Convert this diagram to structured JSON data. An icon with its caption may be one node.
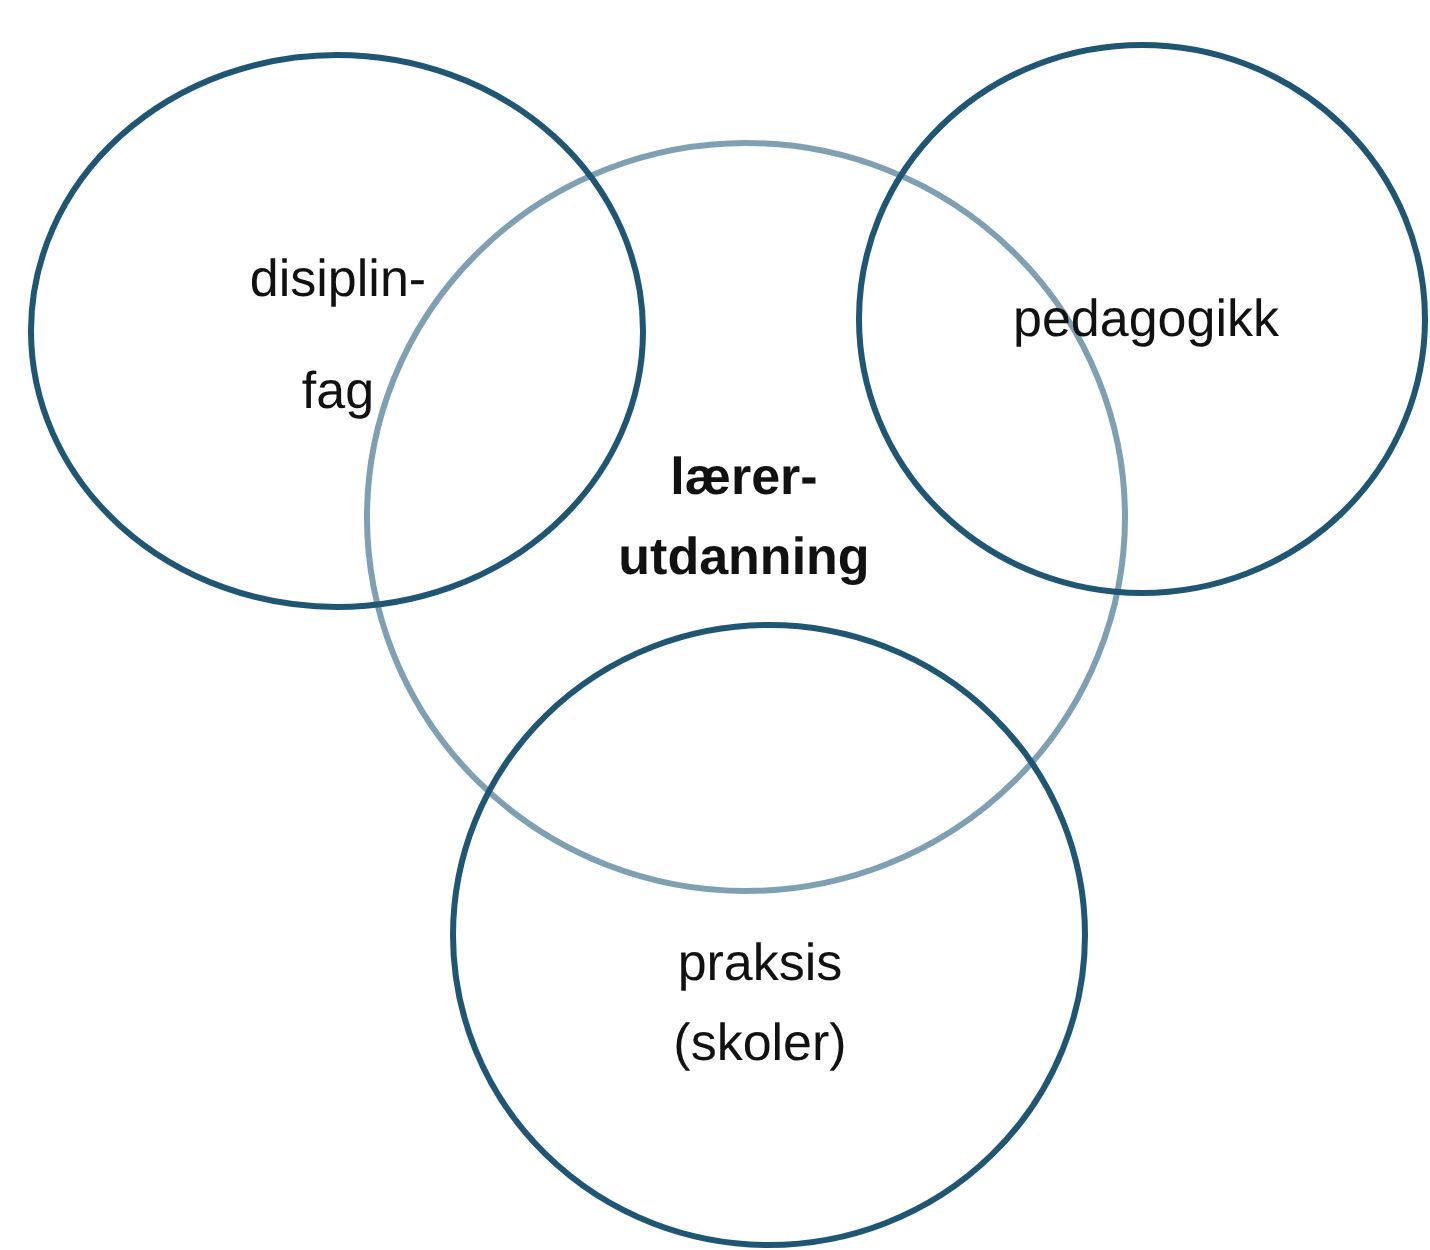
{
  "diagram": {
    "nodes": [
      {
        "text": [
          "disiplin- fag"
        ]
      },
      {
        "text": [
          "pedagogikk"
        ]
      },
      {
        "text": [
          "lærer- utdanning"
        ]
      },
      {
        "text": [
          "praksis (skoler)"
        ]
      }
    ]
  }
}
